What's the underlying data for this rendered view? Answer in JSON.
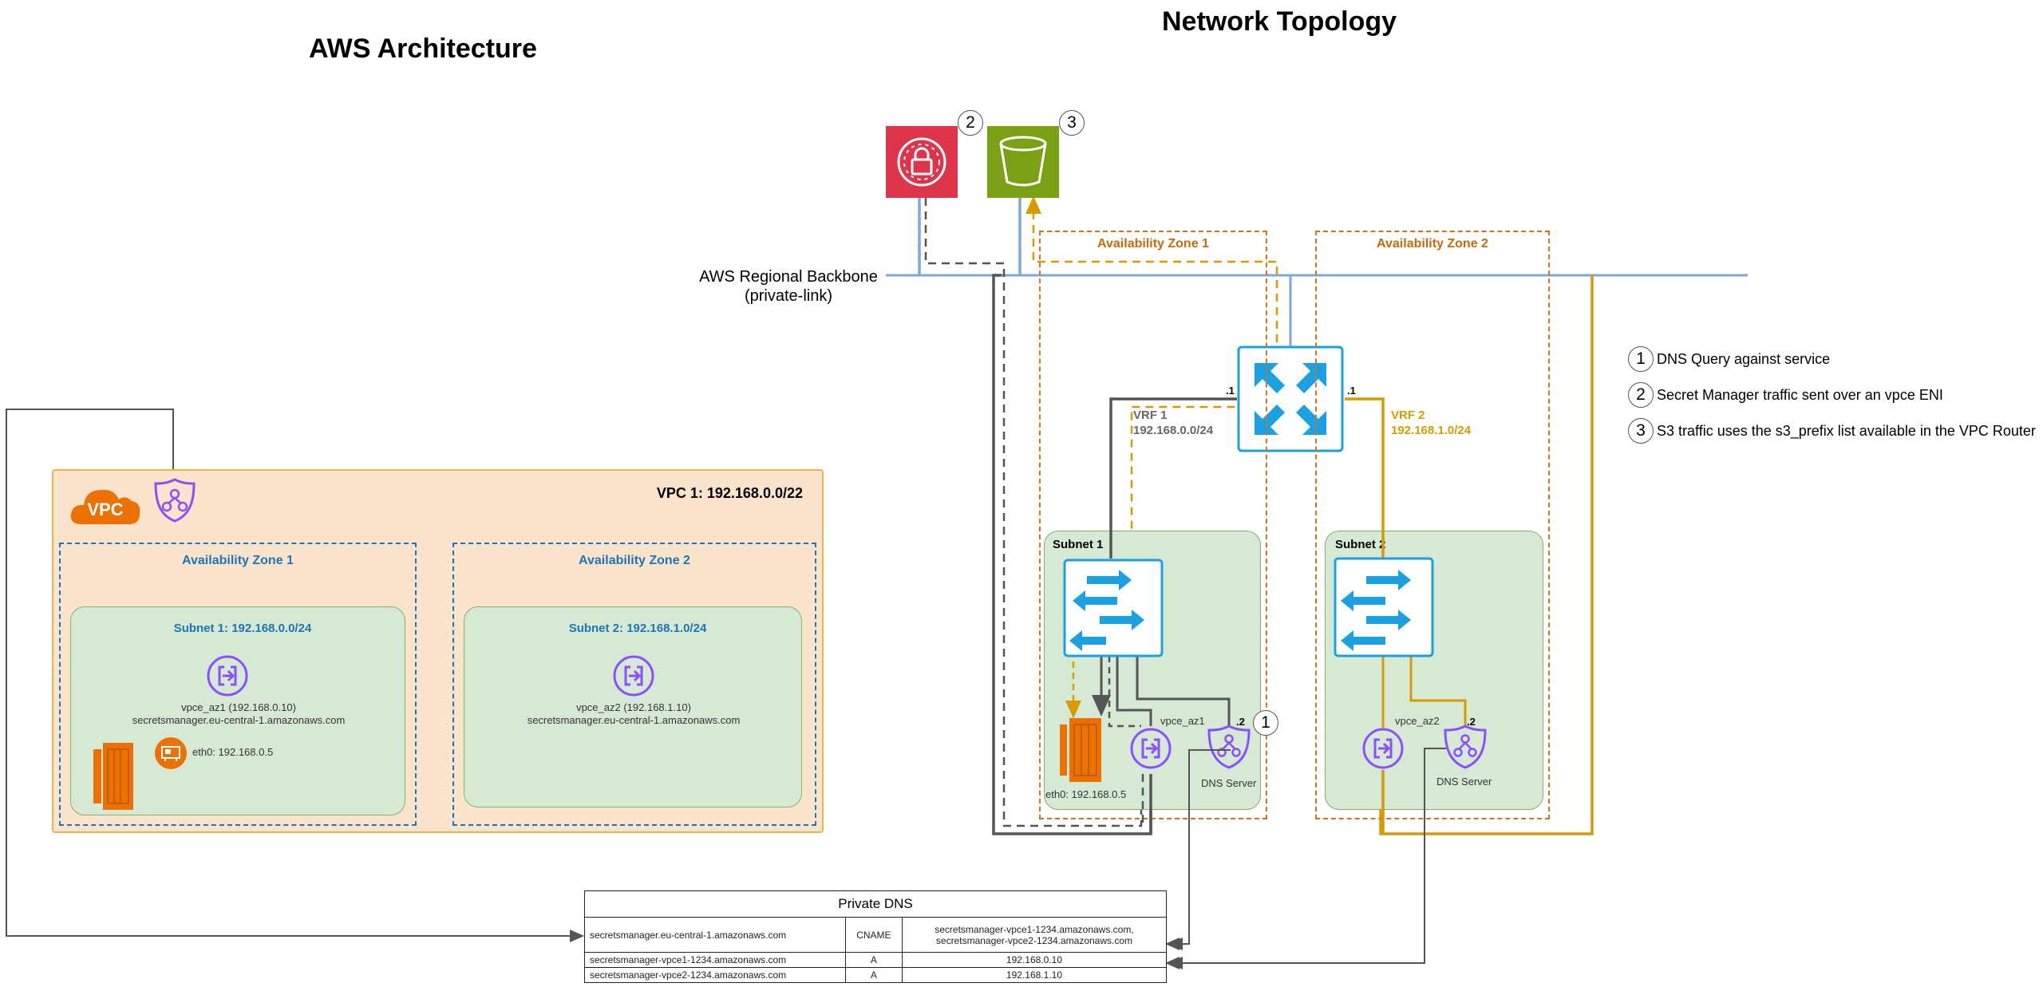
{
  "titles": {
    "aws_architecture": "AWS Architecture",
    "network_topology": "Network Topology"
  },
  "backbone": {
    "line1": "AWS Regional Backbone",
    "line2": "(private-link)"
  },
  "left": {
    "vpc_logo": "VPC",
    "vpc_label": "VPC 1: 192.168.0.0/22",
    "az1": "Availability Zone 1",
    "az2": "Availability Zone 2",
    "subnet1": "Subnet 1: 192.168.0.0/24",
    "subnet2": "Subnet 2: 192.168.1.0/24",
    "endpoint1_line1": "vpce_az1 (192.168.0.10)",
    "endpoint1_line2": "secretsmanager.eu-central-1.amazonaws.com",
    "endpoint2_line1": "vpce_az2 (192.168.1.10)",
    "endpoint2_line2": "secretsmanager.eu-central-1.amazonaws.com",
    "eth0": "eth0: 192.168.0.5"
  },
  "right": {
    "az1": "Availability Zone 1",
    "az2": "Availability Zone 2",
    "subnet1": "Subnet 1",
    "subnet2": "Subnet 2",
    "vrf1_name": "VRF 1",
    "vrf1_cidr": "192.168.0.0/24",
    "vrf2_name": "VRF 2",
    "vrf2_cidr": "192.168.1.0/24",
    "port_left": ".1",
    "port_right": ".1",
    "dns1_port": ".2",
    "dns2_port": ".2",
    "vpce_az1": "vpce_az1",
    "vpce_az2": "vpce_az2",
    "dns_server1": "DNS Server",
    "dns_server2": "DNS Server",
    "eth0": "eth0: 192.168.0.5"
  },
  "badges": {
    "one": "1",
    "two": "2",
    "three": "3"
  },
  "legend": [
    {
      "num": "1",
      "text": "DNS Query against service"
    },
    {
      "num": "2",
      "text": "Secret Manager traffic sent over an vpce ENI"
    },
    {
      "num": "3",
      "text": "S3 traffic uses the s3_prefix list available in the VPC Router"
    }
  ],
  "dns_table": {
    "title": "Private DNS",
    "rows": [
      {
        "name": "secretsmanager.eu-central-1.amazonaws.com",
        "type": "CNAME",
        "value_line1": "secretsmanager-vpce1-1234.amazonaws.com,",
        "value_line2": "secretsmanager-vpce2-1234.amazonaws.com"
      },
      {
        "name": "secretsmanager-vpce1-1234.amazonaws.com",
        "type": "A",
        "value_line1": "192.168.0.10",
        "value_line2": ""
      },
      {
        "name": "secretsmanager-vpce2-1234.amazonaws.com",
        "type": "A",
        "value_line1": "192.168.1.10",
        "value_line2": ""
      }
    ]
  },
  "colors": {
    "backbone_blue": "#7ea6e0",
    "orange_path": "#d79b00",
    "dark_path": "#555555",
    "secrets_red": "#dd344c",
    "s3_green": "#7aa116",
    "router_blue": "#1ba1e2",
    "endpoint_purple": "#8c4fff",
    "ec2_orange": "#ed7100"
  }
}
